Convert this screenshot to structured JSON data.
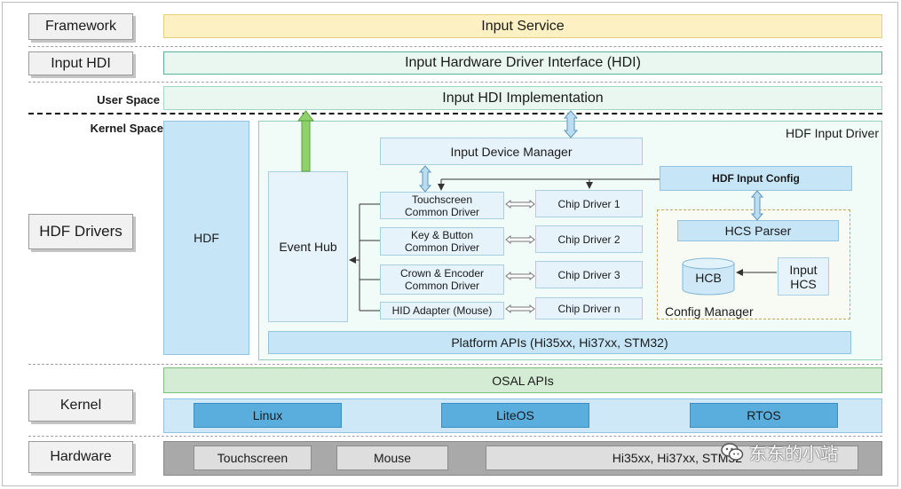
{
  "layers": {
    "framework": "Framework",
    "input_hdi": "Input HDI",
    "user_space": "User Space",
    "kernel_space": "Kernel Space",
    "hdf_drivers": "HDF Drivers",
    "kernel": "Kernel",
    "hardware": "Hardware"
  },
  "rows": {
    "input_service": "Input Service",
    "hdi": "Input Hardware Driver Interface (HDI)",
    "hdi_impl": "Input HDI Implementation"
  },
  "hdf": {
    "hdf": "HDF",
    "input_driver": "HDF Input Driver",
    "event_hub": "Event Hub",
    "device_manager": "Input Device Manager",
    "common_drivers": [
      "Touchscreen\nCommon Driver",
      "Key & Button\nCommon Driver",
      "Crown & Encoder\nCommon Driver",
      "HID Adapter (Mouse)"
    ],
    "chip_drivers": [
      "Chip Driver 1",
      "Chip Driver 2",
      "Chip Driver 3",
      "Chip Driver n"
    ],
    "input_config": "HDF Input Config",
    "hcs_parser": "HCS Parser",
    "hcb": "HCB",
    "input_hcs": "Input\nHCS",
    "config_manager": "Config Manager",
    "platform_apis": "Platform APIs (Hi35xx, Hi37xx, STM32)"
  },
  "kernel": {
    "osal": "OSAL APIs",
    "os": [
      "Linux",
      "LiteOS",
      "RTOS"
    ]
  },
  "hardware": {
    "items": [
      "Touchscreen",
      "Mouse",
      "Hi35xx, Hi37xx, STM32"
    ]
  },
  "watermark": "东东的小站",
  "colors": {
    "service_yellow": "#fdf0c2",
    "hdi_green": "#eaf7f0",
    "osal_green": "#d3ecd3",
    "kernel_blue": "#cfe8f8",
    "os_blue": "#5aaede",
    "arrow_green": "#8fd16a",
    "arrow_blue": "#bcdcf2"
  },
  "icons": {
    "watermark": "wechat-icon"
  }
}
